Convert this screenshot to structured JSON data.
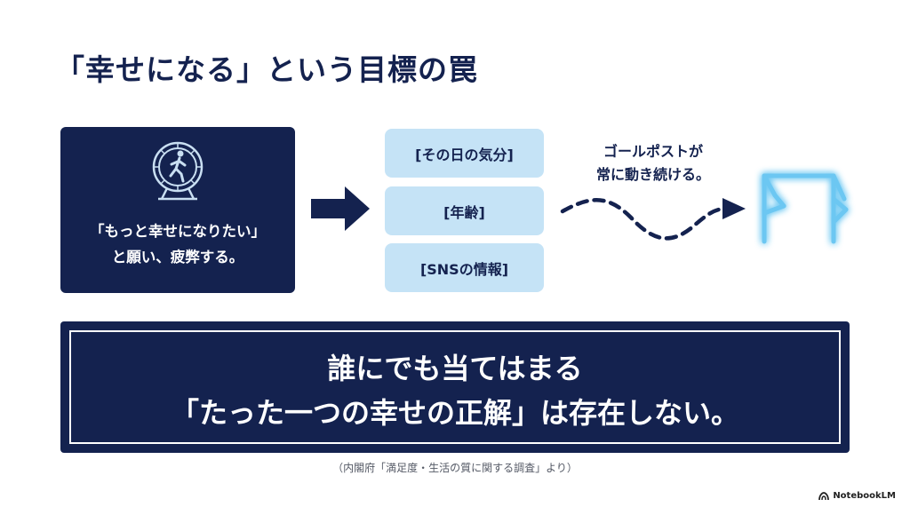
{
  "title": "「幸せになる」という目標の罠",
  "left_card": {
    "icon": "hamster-wheel-runner-icon",
    "line1": "「もっと幸せになりたい」",
    "line2": "と願い、疲弊する。"
  },
  "factors": [
    {
      "label": "[その日の気分]"
    },
    {
      "label": "[年齢]"
    },
    {
      "label": "[SNSの情報]"
    }
  ],
  "goalpost": {
    "line1": "ゴールポストが",
    "line2": "常に動き続ける。",
    "icon": "goalpost-icon"
  },
  "banner": {
    "line1": "誰にでも当てはまる",
    "line2": "「たった一つの幸せの正解」は存在しない。"
  },
  "source": "（内閣府「満足度・生活の質に関する調査」より）",
  "brand": "NotebookLM",
  "colors": {
    "navy": "#14224f",
    "pill": "#c5e3f6",
    "glow": "#6cc7f2"
  }
}
